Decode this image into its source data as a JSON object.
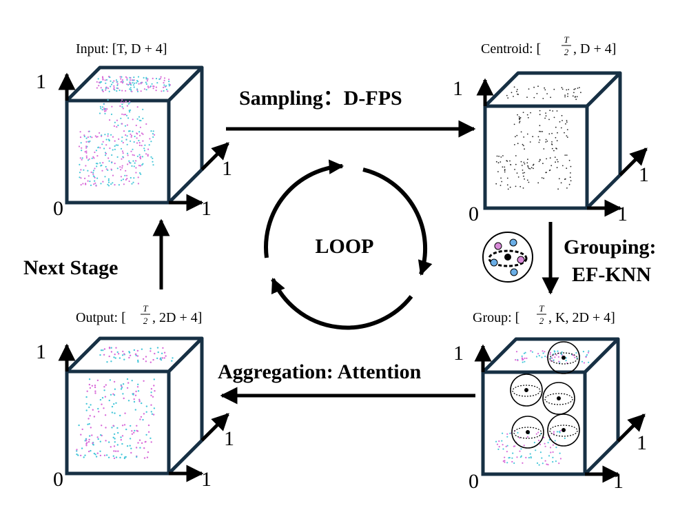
{
  "colors": {
    "cube_edge": "#173044",
    "point_cyan": "#47c7d9",
    "point_magenta": "#d86ad8",
    "point_black": "#222222",
    "neighbor_pink": "#d88ad8",
    "neighbor_blue": "#6aaee6"
  },
  "cubes": {
    "input": {
      "prefix": "Input: [T, D + 4]",
      "pre": "",
      "num": "",
      "den": "",
      "post": "",
      "axis_origin": "0",
      "axis_x": "1",
      "axis_y": "1",
      "axis_z": "1"
    },
    "centroid": {
      "prefix": "Centroid: [",
      "pre": "",
      "num": "T",
      "den": "2",
      "post": ", D + 4]",
      "axis_origin": "0",
      "axis_x": "1",
      "axis_y": "1",
      "axis_z": "1"
    },
    "group": {
      "prefix": "Group: [",
      "pre": "",
      "num": "T",
      "den": "2",
      "post": ", K, 2D + 4]",
      "axis_origin": "0",
      "axis_x": "1",
      "axis_y": "1",
      "axis_z": "1"
    },
    "output": {
      "prefix": "Output: [",
      "pre": "",
      "num": "T",
      "den": "2",
      "post": ", 2D + 4]",
      "axis_origin": "0",
      "axis_x": "1",
      "axis_y": "1",
      "axis_z": "1"
    }
  },
  "steps": {
    "sampling": "Sampling：D-FPS",
    "grouping_line1": "Grouping:",
    "grouping_line2": "EF-KNN",
    "aggregation": "Aggregation: Attention",
    "next_stage": "Next Stage",
    "loop": "LOOP"
  },
  "icons": {
    "grouping": "neighborhood-ball-icon",
    "loop": "circular-loop-arrows-icon"
  }
}
